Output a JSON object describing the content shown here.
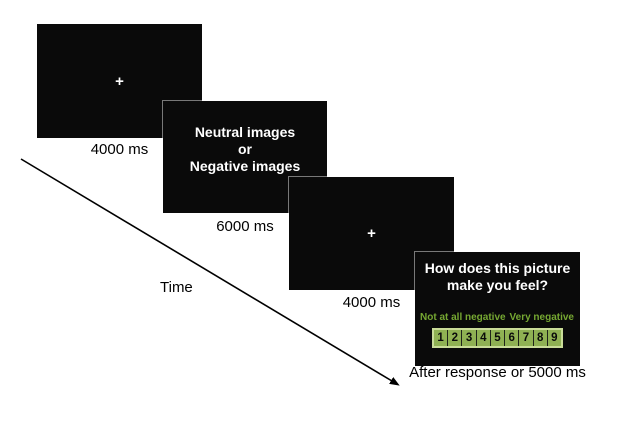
{
  "figure": {
    "background_color": "#ffffff",
    "time_axis_label": "Time",
    "screens": {
      "fixation1": {
        "symbol": "+",
        "duration": "4000 ms"
      },
      "stimulus": {
        "line1": "Neutral images",
        "line2": "or",
        "line3": "Negative images",
        "duration": "6000 ms"
      },
      "fixation2": {
        "symbol": "+",
        "duration": "4000 ms"
      },
      "rating": {
        "question_line1": "How does this picture",
        "question_line2": "make you feel?",
        "anchor_left": "Not at all negative",
        "anchor_right": "Very negative",
        "scale": [
          "1",
          "2",
          "3",
          "4",
          "5",
          "6",
          "7",
          "8",
          "9"
        ],
        "duration": "After response or 5000 ms"
      }
    },
    "colors": {
      "screen_background": "#0a0a0a",
      "screen_text": "#ffffff",
      "anchor_green": "#76a832",
      "scale_cell_green": "#8fb153",
      "scale_border_green": "#c9dc98",
      "label_color": "#000000"
    }
  }
}
